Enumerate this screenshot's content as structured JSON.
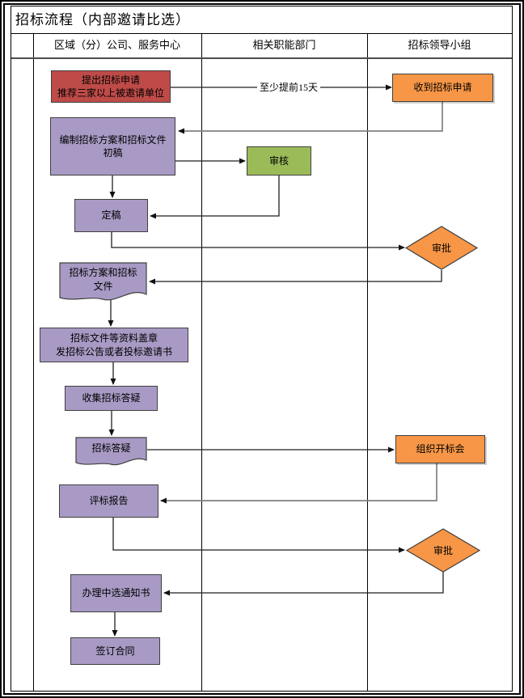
{
  "title": "招标流程（内部邀请比选）",
  "lanes": {
    "company": "区域（分）公司、服务中心",
    "departments": "相关职能部门",
    "leading_group": "招标领导小组"
  },
  "nodes": {
    "submit": {
      "line1": "提出招标申请",
      "line2": "推荐三家以上被邀请单位"
    },
    "receive": {
      "label": "收到招标申请"
    },
    "draft": {
      "label": "编制招标方案和招标文件初稿"
    },
    "review": {
      "label": "审核"
    },
    "finalize": {
      "label": "定稿"
    },
    "approve1": {
      "label": "审批"
    },
    "doc_plan": {
      "label": "招标方案和招标文件"
    },
    "seal": {
      "line1": "招标文件等资料盖章",
      "line2": "发招标公告或者投标邀请书"
    },
    "collect": {
      "label": "收集招标答疑"
    },
    "doc_answer": {
      "label": "招标答疑"
    },
    "open_meeting": {
      "label": "组织开标会"
    },
    "eval_report": {
      "label": "评标报告"
    },
    "approve2": {
      "label": "审批"
    },
    "notify": {
      "label": "办理中选通知书"
    },
    "contract": {
      "label": "签订合同"
    }
  },
  "edge_labels": {
    "advance_notice": "至少提前15天"
  },
  "colors": {
    "red": "#BE4B48",
    "orange": "#F79646",
    "purple": "#A89AC4",
    "green": "#9ABB58",
    "line_black": "#1F1F1F",
    "line_gray": "#808080"
  }
}
